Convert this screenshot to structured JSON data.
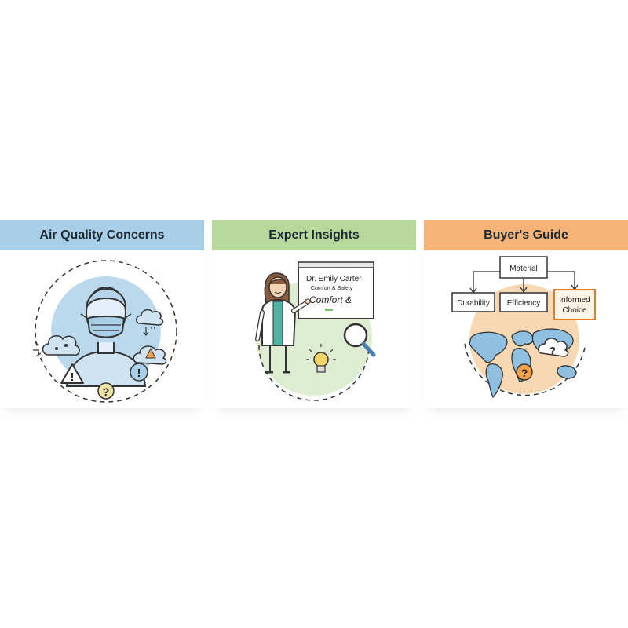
{
  "panels": [
    {
      "title": "Air Quality Concerns",
      "accent": "#a9cfe8"
    },
    {
      "title": "Expert Insights",
      "accent": "#b6d89a",
      "board": {
        "name": "Dr. Emily Carter",
        "subtitle": "Comfort & Safety",
        "handwriting": "Comfort &"
      }
    },
    {
      "title": "Buyer's Guide",
      "accent": "#f6b377",
      "chart": {
        "top": "Material",
        "left": "Durability",
        "middle": "Efficiency",
        "right_line1": "Informed",
        "right_line2": "Choice"
      }
    }
  ],
  "icons": {
    "warning": "!",
    "question": "?"
  }
}
